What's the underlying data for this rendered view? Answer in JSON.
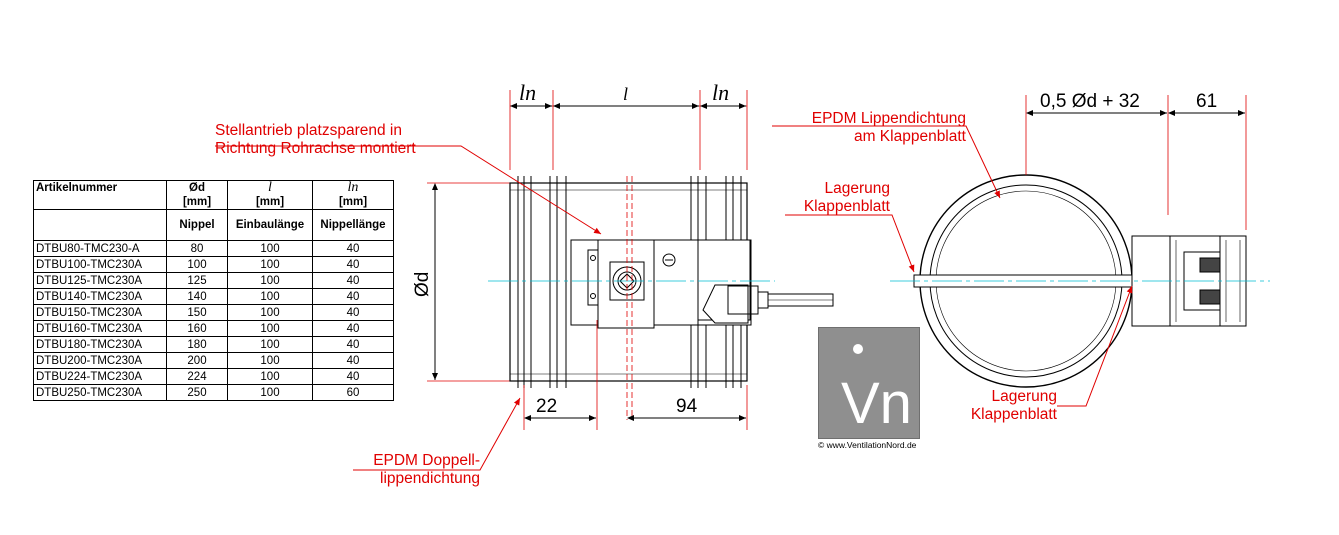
{
  "table": {
    "headers": [
      {
        "top": "Artikelnummer",
        "unit": "",
        "sub": ""
      },
      {
        "top": "Ød",
        "unit": "[mm]",
        "sub": "Nippel"
      },
      {
        "top": "l",
        "unit": "[mm]",
        "sub": "Einbaulänge"
      },
      {
        "top": "ln",
        "unit": "[mm]",
        "sub": "Nippellänge"
      }
    ],
    "rows": [
      [
        "DTBU80-TMC230-A",
        "80",
        "100",
        "40"
      ],
      [
        "DTBU100-TMC230A",
        "100",
        "100",
        "40"
      ],
      [
        "DTBU125-TMC230A",
        "125",
        "100",
        "40"
      ],
      [
        "DTBU140-TMC230A",
        "140",
        "100",
        "40"
      ],
      [
        "DTBU150-TMC230A",
        "150",
        "100",
        "40"
      ],
      [
        "DTBU160-TMC230A",
        "160",
        "100",
        "40"
      ],
      [
        "DTBU180-TMC230A",
        "180",
        "100",
        "40"
      ],
      [
        "DTBU200-TMC230A",
        "200",
        "100",
        "40"
      ],
      [
        "DTBU224-TMC230A",
        "224",
        "100",
        "40"
      ],
      [
        "DTBU250-TMC230A",
        "250",
        "100",
        "60"
      ]
    ]
  },
  "annotations": {
    "actuator_line1": "Stellantrieb platzsparend in",
    "actuator_line2": "Richtung Rohrachse montiert",
    "epdm_double_line1": "EPDM Doppell-",
    "epdm_double_line2": "lippendichtung",
    "epdm_lip_line1": "EPDM Lippendichtung",
    "epdm_lip_line2": "am Klappenblatt",
    "bearing_top_line1": "Lagerung",
    "bearing_top_line2": "Klappenblatt",
    "bearing_bottom_line1": "Lagerung",
    "bearing_bottom_line2": "Klappenblatt"
  },
  "dimensions": {
    "ln_left": "ln",
    "l_center": "l",
    "ln_right": "ln",
    "diameter": "Ød",
    "dim_22": "22",
    "dim_94": "94",
    "dim_half_d": "0,5 Ød + 32",
    "dim_61": "61"
  },
  "logo": {
    "text": "Vn",
    "copyright": "© www.VentilationNord.de"
  },
  "colors": {
    "annotation": "#e00000",
    "centerline": "#00bcd4",
    "logo_bg": "#8f8f8f"
  }
}
